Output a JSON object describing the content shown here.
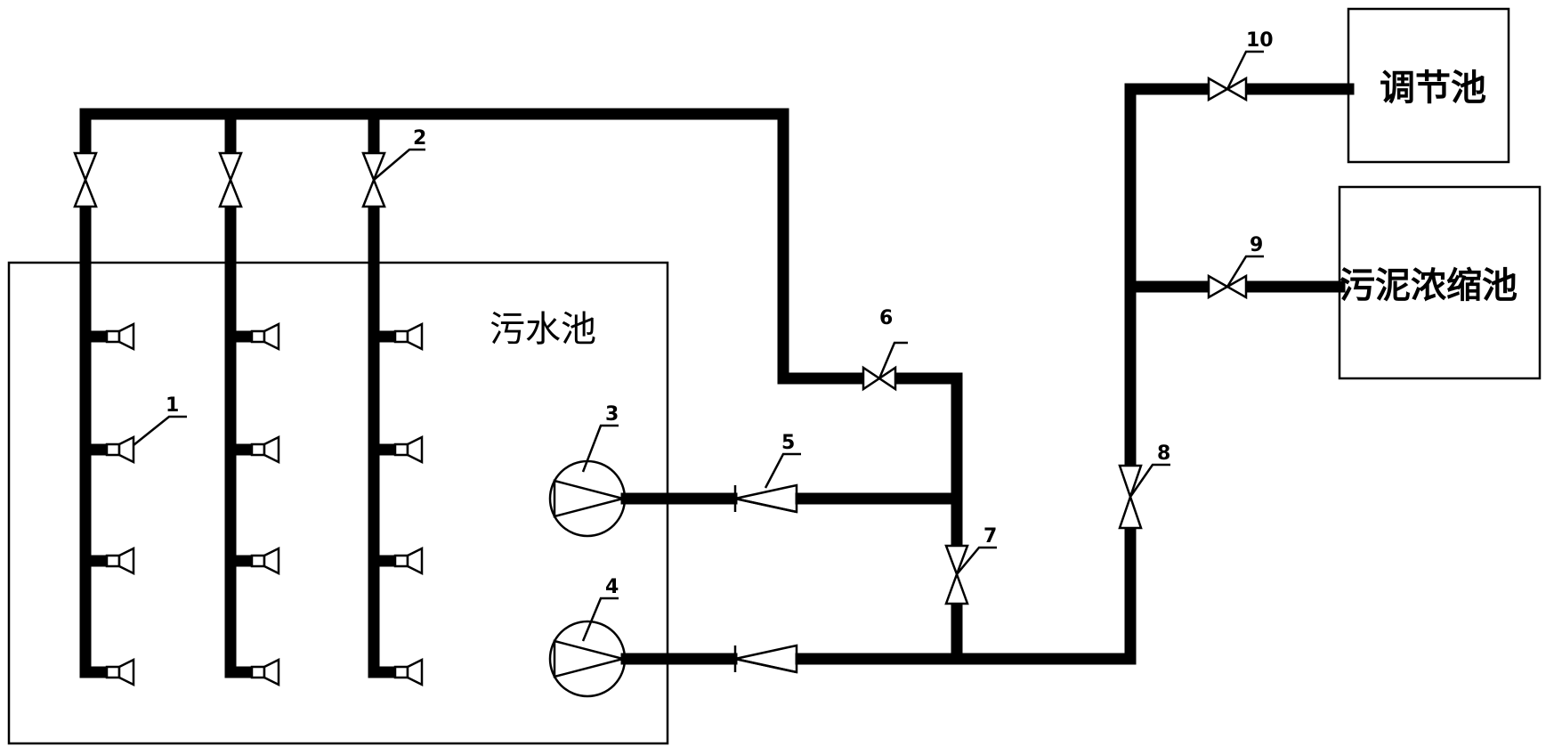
{
  "tank_label": "污水池",
  "boxes": {
    "regulating_tank": "调节池",
    "sludge_thickener": "污泥浓缩池"
  },
  "callouts": [
    "1",
    "2",
    "3",
    "4",
    "5",
    "6",
    "7",
    "8",
    "9",
    "10"
  ]
}
